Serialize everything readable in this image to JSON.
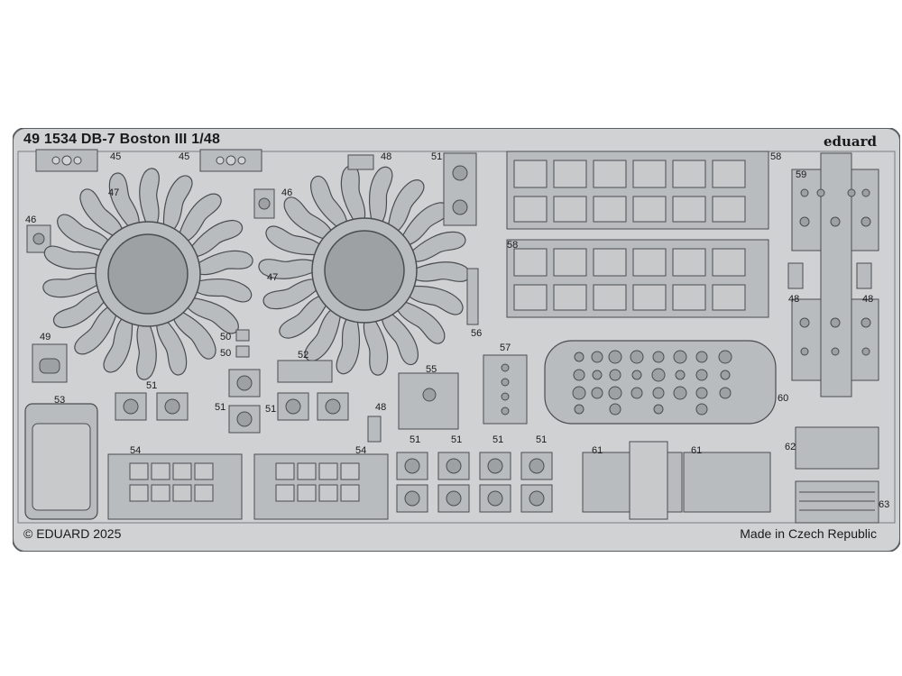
{
  "sheet": {
    "title": "49 1534 DB-7 Boston III 1/48",
    "brand": "eduard",
    "copyright": "© EDUARD 2025",
    "origin": "Made in Czech Republic",
    "part_numbers": [
      "45",
      "45",
      "48",
      "51",
      "58",
      "46",
      "46",
      "47",
      "47",
      "59",
      "58",
      "48",
      "48",
      "49",
      "50",
      "50",
      "56",
      "52",
      "57",
      "55",
      "51",
      "51",
      "51",
      "53",
      "48",
      "60",
      "54",
      "54",
      "51",
      "51",
      "51",
      "51",
      "61",
      "61",
      "62",
      "63"
    ]
  }
}
